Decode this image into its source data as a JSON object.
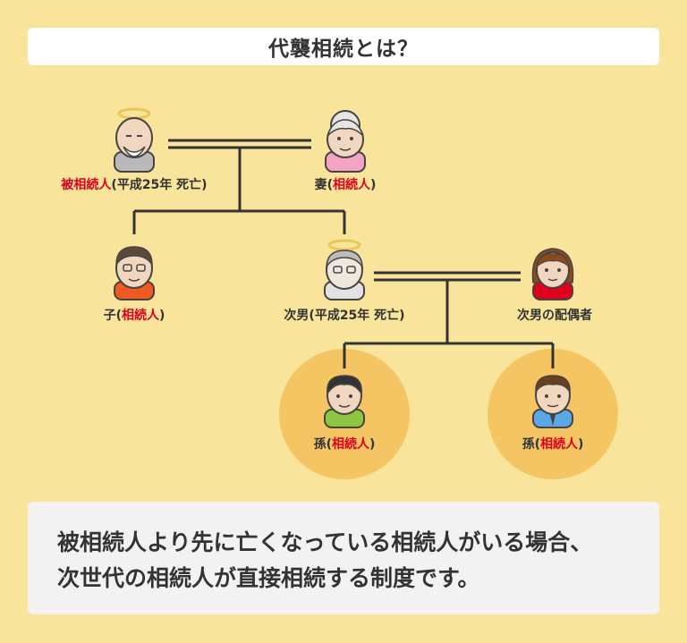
{
  "title": "代襲相続とは？",
  "labels": {
    "decedent_name": "被相続人",
    "decedent_note": "(平成25年 死亡)",
    "wife_prefix": "妻(",
    "wife_role": "相続人",
    "wife_suffix": ")",
    "child_prefix": "子(",
    "child_role": "相続人",
    "child_suffix": ")",
    "second_son": "次男(平成25年 死亡)",
    "spouse": "次男の配偶者",
    "grandchild1_prefix": "孫(",
    "grandchild1_role": "相続人",
    "grandchild1_suffix": ")",
    "grandchild2_prefix": "孫(",
    "grandchild2_role": "相続人",
    "grandchild2_suffix": ")"
  },
  "description": {
    "line1": "被相続人より先に亡くなっている相続人がいる場合、",
    "line2": "次世代の相続人が直接相続する制度です。"
  },
  "colors": {
    "background": "#f8e49a",
    "accent_red": "#e0001b",
    "highlight_circle": "#f5c563",
    "line": "#333333"
  }
}
